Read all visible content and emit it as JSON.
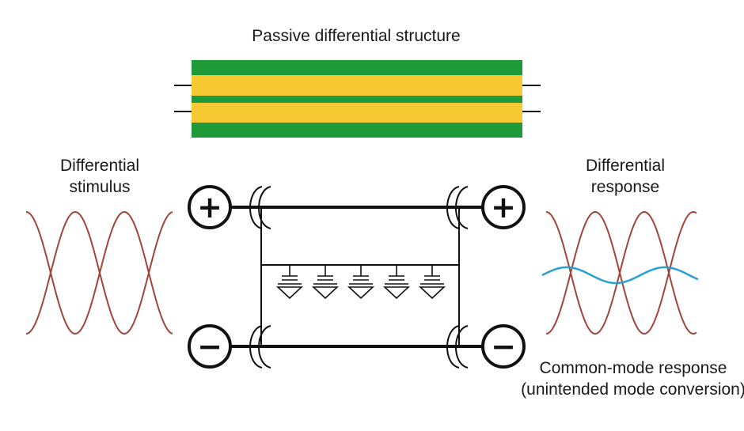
{
  "title": "Passive differential structure",
  "stimulus_label": {
    "line1": "Differential",
    "line2": "stimulus"
  },
  "response_label": {
    "line1": "Differential",
    "line2": "response"
  },
  "common_mode_label": {
    "line1": "Common-mode response",
    "line2": "(unintended mode conversion)"
  },
  "terminals": {
    "plus": "+",
    "minus": "−"
  },
  "colors": {
    "board_green": "#1f9a3a",
    "board_yellow": "#f7c932",
    "differential_wave": "#a0453a",
    "common_mode_wave": "#2a9fd2",
    "line": "#111111"
  },
  "icons": {
    "terminal_plus": "plus-circle-icon",
    "terminal_minus": "minus-circle-icon",
    "coupling": "coupling-arc-icon",
    "capacitor_ground": "capacitor-ground-icon"
  }
}
